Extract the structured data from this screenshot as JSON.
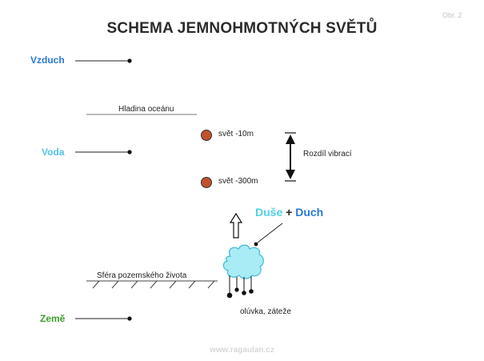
{
  "page_number": "Obr. 2",
  "title": "SCHEMA JEMNOHMOTNÝCH SVĚTŮ",
  "levels": {
    "air": "Vzduch",
    "water": "Voda",
    "earth": "Země"
  },
  "labels": {
    "ocean_surface": "Hladina oceánu",
    "world_10": "svět -10m",
    "world_300": "svět -300m",
    "vibration_difference": "Rozdíl vibrací",
    "earthly_sphere": "Sféra pozemského života",
    "burden": "olúvka, záteže",
    "soul": "Duše",
    "plus": "+",
    "spirit": "Duch"
  },
  "footer": "www.ragaulan.cz",
  "colors": {
    "air": "#2a78d6",
    "water": "#4fc6e6",
    "earth": "#3c9e2c",
    "world_dot": "#c0522e",
    "soul_blob": "#a9ecf6"
  }
}
